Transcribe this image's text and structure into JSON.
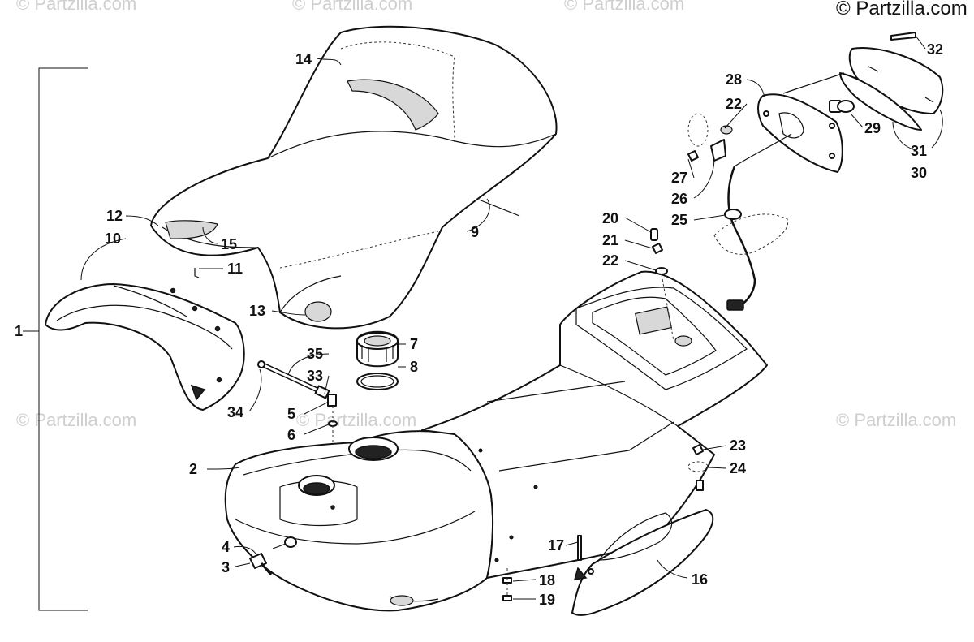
{
  "copyright": "© Partzilla.com",
  "watermark": "© Partzilla.com",
  "callouts": {
    "c1": "1",
    "c2": "2",
    "c3": "3",
    "c4": "4",
    "c5": "5",
    "c6": "6",
    "c7": "7",
    "c8": "8",
    "c9": "9",
    "c10": "10",
    "c11": "11",
    "c12": "12",
    "c13": "13",
    "c14": "14",
    "c15": "15",
    "c16": "16",
    "c17": "17",
    "c18": "18",
    "c19": "19",
    "c20": "20",
    "c21": "21",
    "c22a": "22",
    "c22b": "22",
    "c23": "23",
    "c24": "24",
    "c25": "25",
    "c26": "26",
    "c27": "27",
    "c28": "28",
    "c29": "29",
    "c30": "30",
    "c31": "31",
    "c32": "32",
    "c33": "33",
    "c34": "34",
    "c35": "35"
  }
}
